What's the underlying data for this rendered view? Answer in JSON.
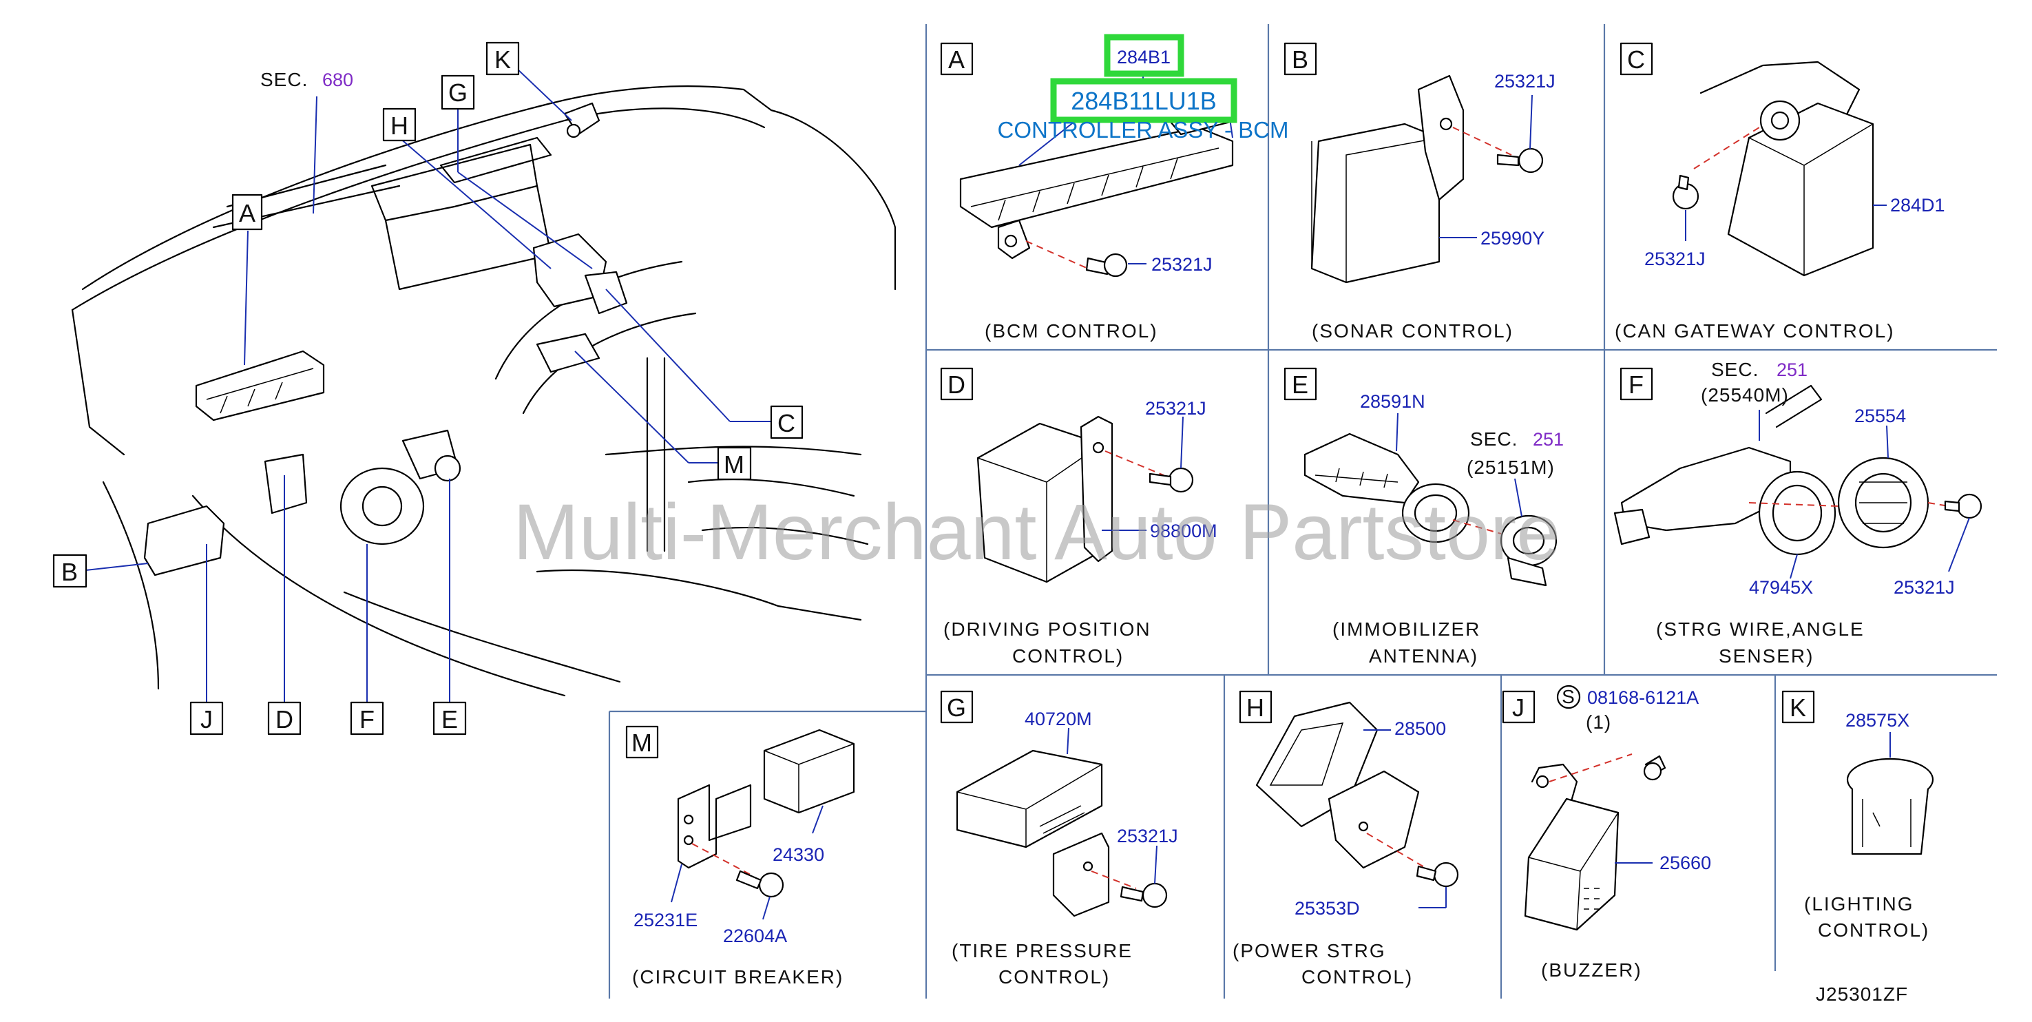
{
  "diagram": {
    "drawing_code": "J25301ZF",
    "watermark": "Multi-Merchant Auto Partstore",
    "overview": {
      "sec_label": "SEC.",
      "sec_number": "680",
      "callouts": [
        "A",
        "B",
        "C",
        "D",
        "E",
        "F",
        "G",
        "H",
        "J",
        "K",
        "M"
      ]
    },
    "highlight": {
      "short_code": "284B1",
      "full_code": "284B11LU1B",
      "description": "CONTROLLER ASSY - BCM"
    },
    "panels": {
      "A": {
        "letter": "A",
        "caption": [
          "(BCM   CONTROL)"
        ],
        "parts": [
          "25321J"
        ]
      },
      "B": {
        "letter": "B",
        "caption": [
          "(SONAR   CONTROL)"
        ],
        "parts": [
          "25321J",
          "25990Y"
        ]
      },
      "C": {
        "letter": "C",
        "caption": [
          "(CAN   GATEWAY   CONTROL)"
        ],
        "parts": [
          "284D1",
          "25321J"
        ]
      },
      "D": {
        "letter": "D",
        "caption": [
          "(DRIVING   POSITION",
          "CONTROL)"
        ],
        "parts": [
          "25321J",
          "98800M"
        ]
      },
      "E": {
        "letter": "E",
        "caption": [
          "(IMMOBILIZER",
          "ANTENNA)"
        ],
        "parts": [
          "28591N"
        ],
        "sec_label": "SEC.",
        "sec_number": "251",
        "sec_ref": "(25151M)"
      },
      "F": {
        "letter": "F",
        "caption": [
          "(STRG   WIRE,ANGLE",
          "SENSER)"
        ],
        "parts": [
          "25554",
          "47945X",
          "25321J"
        ],
        "sec_label": "SEC.",
        "sec_number": "251",
        "sec_ref": "(25540M)"
      },
      "G": {
        "letter": "G",
        "caption": [
          "(TIRE   PRESSURE",
          "CONTROL)"
        ],
        "parts": [
          "40720M",
          "25321J"
        ]
      },
      "H": {
        "letter": "H",
        "caption": [
          "(POWER   STRG",
          "CONTROL)"
        ],
        "parts": [
          "28500",
          "25353D"
        ]
      },
      "J": {
        "letter": "J",
        "caption": [
          "(BUZZER)"
        ],
        "parts": [
          "08168-6121A",
          "(1)",
          "25660"
        ],
        "s_mark": "S"
      },
      "K": {
        "letter": "K",
        "caption": [
          "(LIGHTING",
          "CONTROL)"
        ],
        "parts": [
          "28575X"
        ]
      },
      "M": {
        "letter": "M",
        "caption": [
          "(CIRCUIT   BREAKER)"
        ],
        "parts": [
          "24330",
          "25231E",
          "22604A"
        ]
      }
    }
  }
}
